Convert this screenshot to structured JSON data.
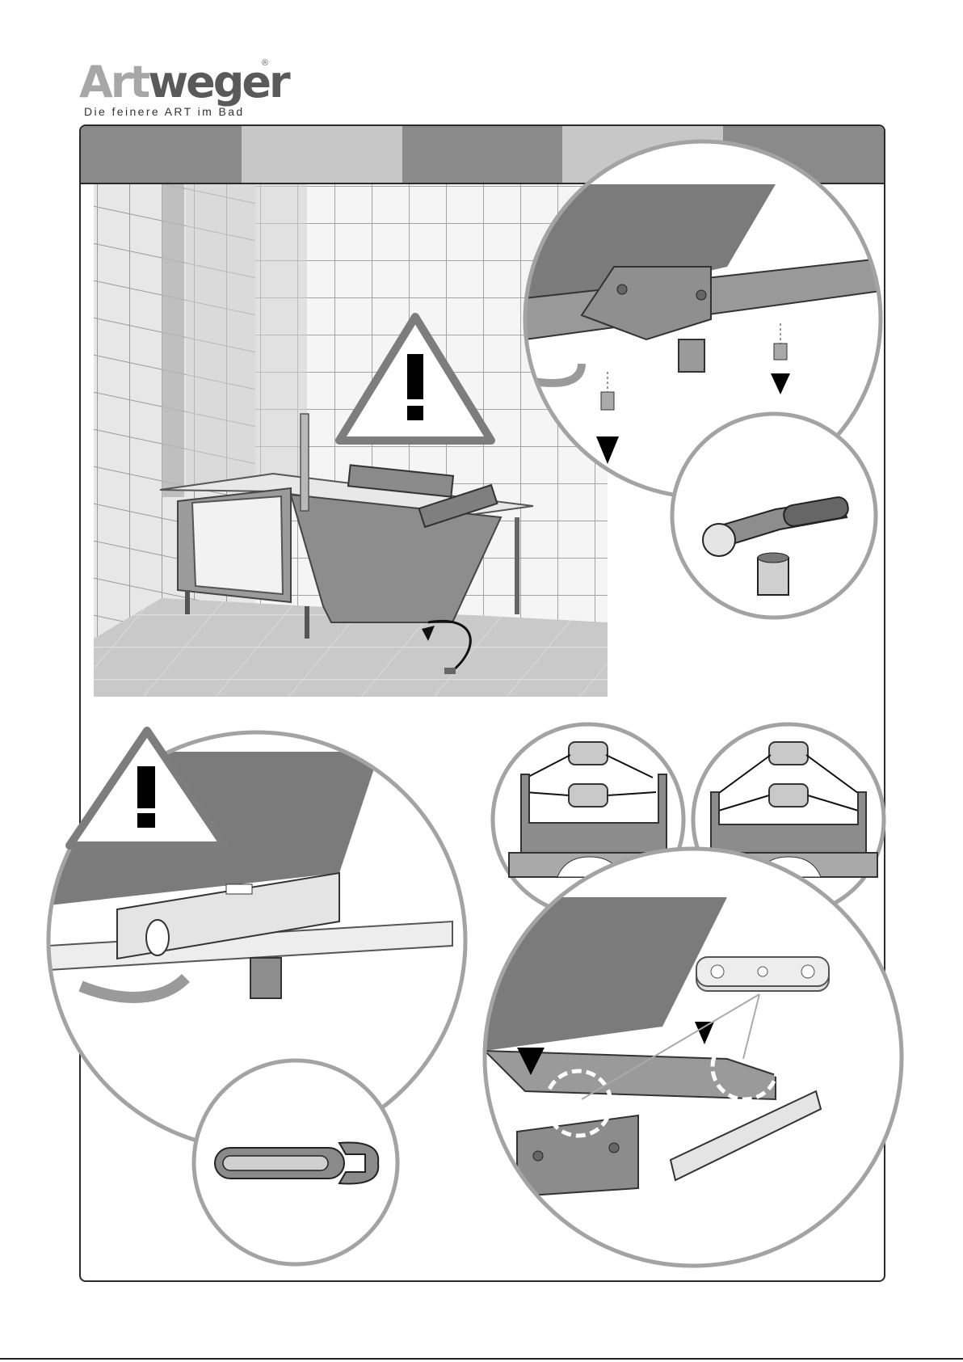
{
  "logo": {
    "brand_part1": "Art",
    "brand_part2": "weger",
    "registered": "®",
    "tagline": "Die feinere ART im Bad"
  },
  "header_bar": {
    "segments": [
      "dark",
      "light",
      "dark",
      "light",
      "dark"
    ]
  },
  "colors": {
    "frame": "#2b2b2b",
    "header_dark": "#8a8a8a",
    "header_light": "#c7c7c7",
    "tile": "#f4f4f4",
    "grout": "#9a9a9a",
    "metal": "#8c8c8c",
    "warning": "#7a7a7a"
  },
  "icons": [
    "warning-triangle-icon",
    "down-arrow-icon",
    "ratchet-wrench-icon",
    "socket-icon",
    "open-end-wrench-icon",
    "spirit-level-icon"
  ]
}
